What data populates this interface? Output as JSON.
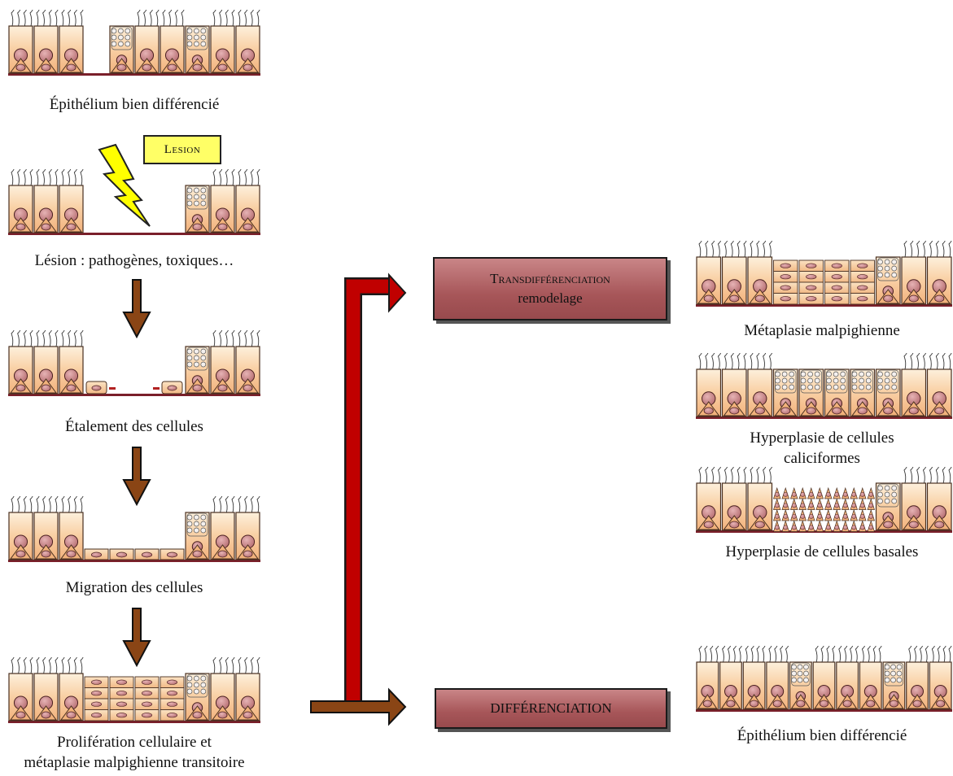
{
  "left": {
    "captions": {
      "well_differentiated": "Épithélium bien différencié",
      "lesion": "Lésion : pathogènes, toxiques…",
      "spreading": "Étalement des cellules",
      "migration": "Migration des cellules",
      "proliferation_line1": "Prolifération cellulaire et",
      "proliferation_line2": "métaplasie malpighienne transitoire"
    },
    "lesion_label": "Lesion"
  },
  "center": {
    "transdiff_line1": "Transdifférenciation",
    "transdiff_line2": "remodelage",
    "differentiation": "DIFFÉRENCIATION"
  },
  "right": {
    "captions": {
      "squamous_metaplasia": "Métaplasie malpighienne",
      "goblet_hyperplasia_line1": "Hyperplasie de cellules",
      "goblet_hyperplasia_line2": "caliciformes",
      "basal_hyperplasia": "Hyperplasie de cellules basales",
      "well_differentiated": "Épithélium bien différencié"
    }
  },
  "colors": {
    "cell_fill": "#f6c79a",
    "cell_top": "#fbe6cc",
    "nucleus": "#c98a8c",
    "basement": "#7a1f2a",
    "brown_arrow": "#7a3d12",
    "red_arrow": "#c00000",
    "box_fill": "#a75659",
    "lesion_yellow": "#ffff66"
  }
}
